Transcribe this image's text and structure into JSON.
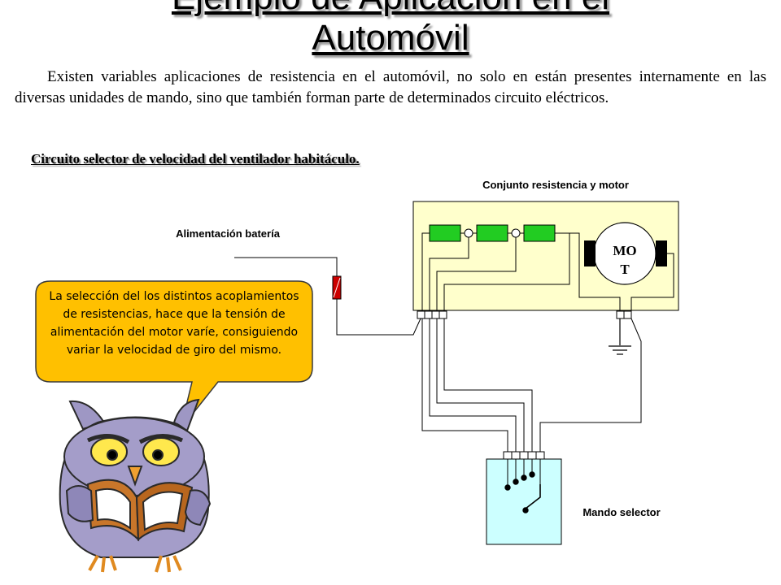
{
  "slide": {
    "title_line1": "Ejemplo de Aplicación en el",
    "title_line2": "Automóvil",
    "intro": "Existen variables aplicaciones de resistencia en el automóvil, no solo en están presentes internamente en las diversas unidades de mando, sino que también forman parte de determinados circuito eléctricos.",
    "subtitle": "Circuito selector de velocidad del ventilador habitáculo."
  },
  "diagram": {
    "label_conjunto": "Conjunto resistencia y motor",
    "label_alimentacion": "Alimentación batería",
    "label_mando": "Mando selector",
    "motor_line1": "MO",
    "motor_line2": "T"
  },
  "bubble": {
    "text": "La selección del los distintos acoplamientos de resistencias, hace que la tensión de alimentación del motor varíe, consiguiendo  variar la velocidad de giro del mismo."
  },
  "colors": {
    "resistor": "#22cc22",
    "motor_box": "#ffffcc",
    "selector_box": "#ccffff",
    "bubble": "#ffc000",
    "fuse": "#cc0000"
  },
  "icons": [
    "owl-reading-book-icon",
    "ground-symbol-icon",
    "fuse-icon"
  ]
}
